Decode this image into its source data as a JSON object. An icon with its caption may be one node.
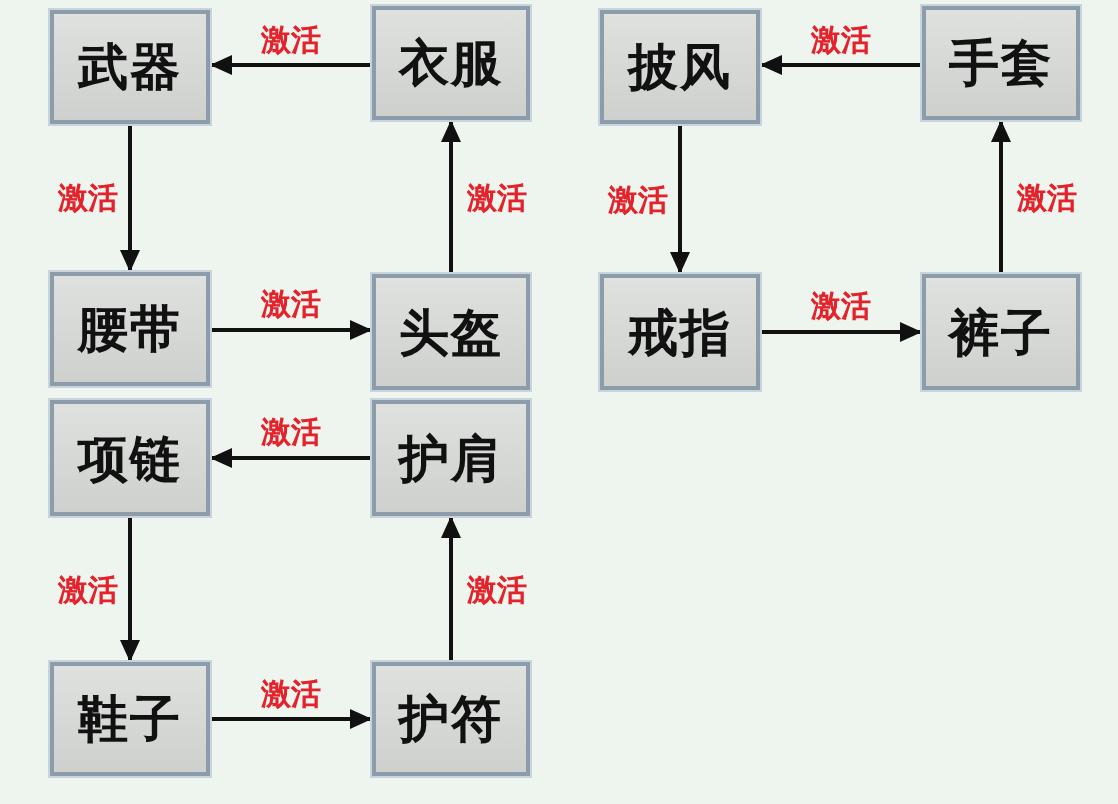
{
  "diagram": {
    "nodes": [
      {
        "text": [
          "武器"
        ]
      },
      {
        "text": [
          "衣服"
        ]
      },
      {
        "text": [
          "披风"
        ]
      },
      {
        "text": [
          "手套"
        ]
      },
      {
        "text": [
          "腰带"
        ]
      },
      {
        "text": [
          "头盔"
        ]
      },
      {
        "text": [
          "戒指"
        ]
      },
      {
        "text": [
          "裤子"
        ]
      },
      {
        "text": [
          "项链"
        ]
      },
      {
        "text": [
          "护肩"
        ]
      },
      {
        "text": [
          "鞋子"
        ]
      },
      {
        "text": [
          "护符"
        ]
      }
    ],
    "edges": [
      {
        "from": 1,
        "to": 0,
        "arrow": "to",
        "label": "激活"
      },
      {
        "from": 0,
        "to": 4,
        "arrow": "to",
        "label": "激活"
      },
      {
        "from": 4,
        "to": 5,
        "arrow": "to",
        "label": "激活"
      },
      {
        "from": 5,
        "to": 1,
        "arrow": "to",
        "label": "激活"
      },
      {
        "from": 3,
        "to": 2,
        "arrow": "to",
        "label": "激活"
      },
      {
        "from": 2,
        "to": 6,
        "arrow": "to",
        "label": "激活"
      },
      {
        "from": 6,
        "to": 7,
        "arrow": "to",
        "label": "激活"
      },
      {
        "from": 7,
        "to": 3,
        "arrow": "to",
        "label": "激活"
      },
      {
        "from": 9,
        "to": 8,
        "arrow": "to",
        "label": "激活"
      },
      {
        "from": 8,
        "to": 10,
        "arrow": "to",
        "label": "激活"
      },
      {
        "from": 10,
        "to": 11,
        "arrow": "to",
        "label": "激活"
      },
      {
        "from": 11,
        "to": 9,
        "arrow": "to",
        "label": "激活"
      }
    ]
  }
}
